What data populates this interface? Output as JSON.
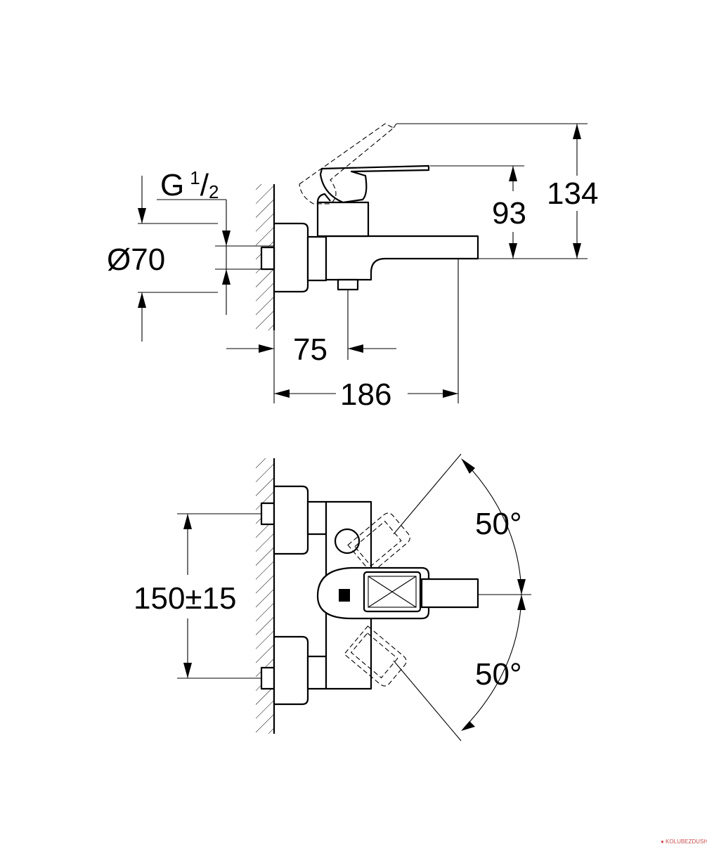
{
  "side_view": {
    "thread_label_main": "G",
    "thread_label_num": "1",
    "thread_label_sep": "/",
    "thread_label_den": "2",
    "diameter_label": "Ø70",
    "dim_75": "75",
    "dim_186": "186",
    "dim_93": "93",
    "dim_134": "134"
  },
  "top_view": {
    "dim_center": "150±15",
    "angle_top": "50°",
    "angle_bottom": "50°"
  },
  "watermark": "● KOLUBEZDUSH"
}
